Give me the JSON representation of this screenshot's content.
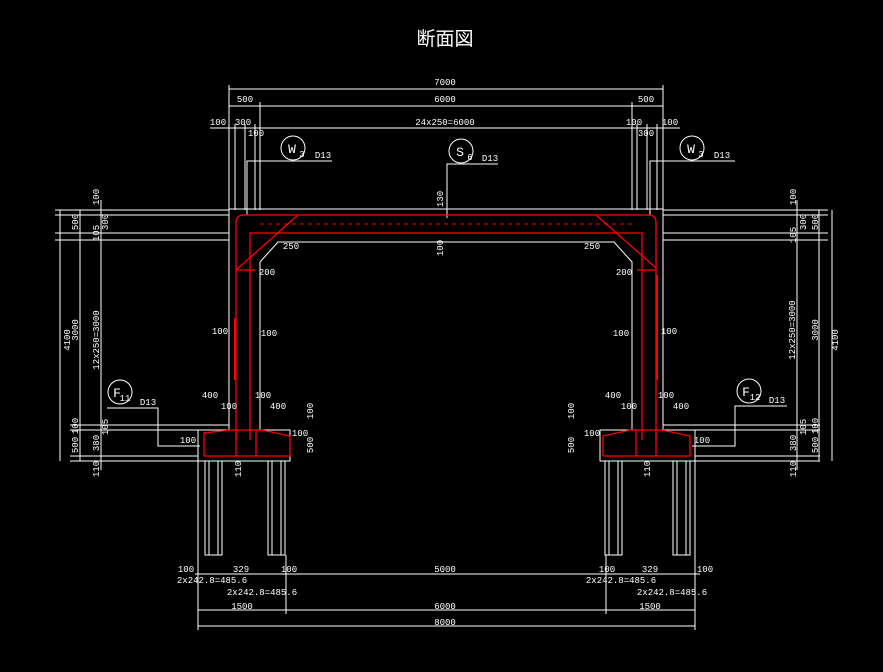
{
  "title": "断面図",
  "colors": {
    "background": "#000000",
    "lines": "#ffffff",
    "rebar": "#ff0000"
  },
  "markers": {
    "w3_left": {
      "letter": "W",
      "sub": "3",
      "bar": "D13"
    },
    "s6": {
      "letter": "S",
      "sub": "6",
      "bar": "D13"
    },
    "w3_right": {
      "letter": "W",
      "sub": "3",
      "bar": "D13"
    },
    "f11": {
      "letter": "F",
      "sub": "11",
      "bar": "D13"
    },
    "f12": {
      "letter": "F",
      "sub": "12",
      "bar": "D13"
    }
  },
  "top": {
    "total": "7000",
    "left": "500",
    "mid": "6000",
    "right": "500",
    "d100a": "100",
    "d300a": "300",
    "spacing": "24x250=6000",
    "d100b": "100",
    "d100c": "100",
    "d100d": "100",
    "d300b": "300"
  },
  "left": {
    "total": "4100",
    "top": "500",
    "mid": "3000",
    "bot": "500",
    "d100a": "100",
    "d300": "300",
    "d105a": "105",
    "spacing": "12x250=3000",
    "d100b": "100",
    "d380": "380",
    "d105b": "105",
    "d110": "110"
  },
  "right": {
    "total": "4100",
    "top": "500",
    "mid": "3000",
    "bot": "500",
    "d100a": "100",
    "d300": "300",
    "d105a": "105",
    "spacing": "12x250=3000",
    "d100b": "100",
    "d380": "380",
    "d105b": "105",
    "d110": "110"
  },
  "inner": {
    "l250": "250",
    "l200": "200",
    "l100a": "100",
    "l100b": "100",
    "c130": "130",
    "c100": "100",
    "r250": "250",
    "r200": "200",
    "r100a": "100",
    "r100b": "100"
  },
  "footL": {
    "a400": "400",
    "a100": "100",
    "b100": "100",
    "b400": "400",
    "c100": "100",
    "d100": "100",
    "e500": "500",
    "e100": "100",
    "f110": "110"
  },
  "footR": {
    "a400": "400",
    "a100": "100",
    "b100": "100",
    "b400": "400",
    "c100": "100",
    "d100": "100",
    "e500": "500",
    "e100": "100",
    "f110": "110"
  },
  "bottom": {
    "l100": "100",
    "l329": "329",
    "l100b": "100",
    "mid": "5000",
    "r100": "100",
    "r329": "329",
    "r100b": "100",
    "pileL1": "2x242.8=485.6",
    "pileL2": "2x242.8=485.6",
    "pileR1": "2x242.8=485.6",
    "pileR2": "2x242.8=485.6",
    "w1500l": "1500",
    "w6000": "6000",
    "w1500r": "1500",
    "total": "8000"
  }
}
